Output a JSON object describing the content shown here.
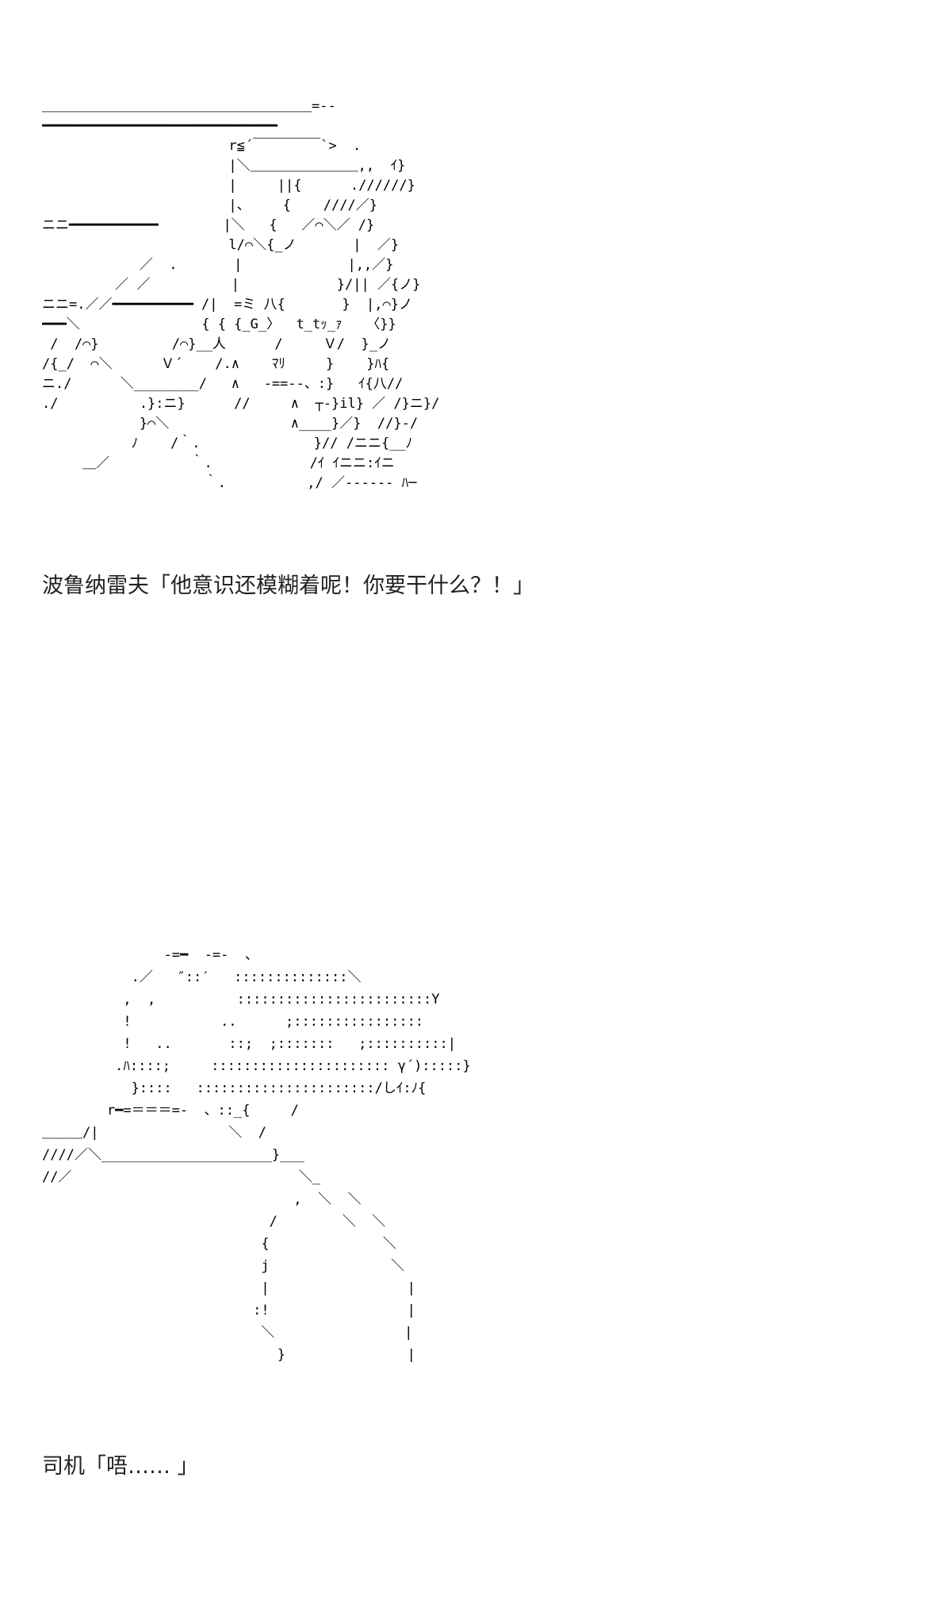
{
  "panels": [
    {
      "art_lines": [
        "＿＿＿＿＿＿＿＿＿＿＿＿＿＿＿＿＿＿＿＿=--",
        "━━━━━━━━━━━━━━━━━━━━━━━━━━━━━",
        "                       r≦´￣￣￣￣￣`>  .",
        "                       |＼＿＿＿＿＿＿＿＿,,  ｲ}",
        "                       |     ||{      .//////}",
        "                       |、    {    ////／}",
        "ニニ━━━━━━━━━━━        |＼   {   ／⌒＼／ /}",
        "                       l/⌒＼{_ノ       |  ／}",
        "            ／  .       |             |,,／}",
        "         ／ ／          |            }/|| ／{ノ}",
        "ニニ=.／／━━━━━━━━━━ /|  =ミ 八{       }  |,⌒}ノ",
        "━━━＼               { { {_G_〉  t_tｯ_ｧ   〈}}",
        " /  /⌒}         /⌒}__人      /     Ｖ/  }_ノ",
        "/{_/  ⌒＼      Ｖ´    /.∧    ﾏﾘ     }    }ﾊ{",
        "ニ./      ＼________/   ∧   -==--、:}   ｲ{八//",
        "./          .}:ニ}      //     ∧  ┬-}il} ／ /}ニ}/",
        "            }⌒＼               ∧____}／}  //}-/",
        "           ﾉ    /｀.              }// /ニニ{__ﾉ",
        "     ＿／          ｀.            /ｲ ｲニニ:ｲニ",
        "                    ｀.          ,/ ／------ ﾊ─"
      ],
      "caption": "波鲁纳雷夫「他意识还模糊着呢！你要干什么？！」"
    },
    {
      "art_lines": [
        "               -=━  -=-  、",
        "           .／   ″::′   ::::::::::::::＼",
        "          ,  ,          ::::::::::::::::::::::::Y",
        "          !           ..      ;::::::::::::::::",
        "          !   ..       ::;  ;:::::::   ;::::::::::|",
        "         .ﾊ::::;     :::::::::::::::::::::: γ´):::::}",
        "           }::::   ::::::::::::::::::::::/しｲ:ﾉ{",
        "        r━=＝＝＝=-  、::_{     /",
        "＿＿＿/|                ＼  /",
        "////／＼_____________________}___",
        "//／                            ＼_",
        "                               ,  ＼  ＼",
        "                            /        ＼  ＼",
        "                           {              ＼",
        "                           j               ＼",
        "                           |                 |",
        "                          :!                 |",
        "                           ＼                |",
        "                             }               |"
      ],
      "caption": "司机「唔…… 」"
    }
  ]
}
